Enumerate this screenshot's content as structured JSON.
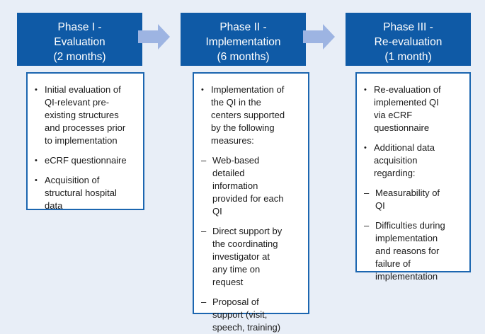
{
  "colors": {
    "header_bg": "#0f5aa6",
    "box_border": "#1c66b0",
    "arrow": "#9db4e2",
    "background": "#e8eef7"
  },
  "phase1": {
    "title_lines": [
      "Phase I -",
      "Evaluation",
      "(2 months)"
    ],
    "items": [
      {
        "lines": [
          "Initial evaluation of",
          "QI-relevant pre-",
          "existing structures",
          "and processes prior",
          "to implementation"
        ]
      },
      {
        "lines": [
          "eCRF questionnaire"
        ]
      },
      {
        "lines": [
          "Acquisition of",
          "structural hospital",
          "data"
        ]
      }
    ]
  },
  "phase2": {
    "title_lines": [
      "Phase II -",
      "Implementation",
      "(6 months)"
    ],
    "items": [
      {
        "lines": [
          "Implementation of",
          "the QI in the",
          "centers supported",
          "by the following",
          "measures:"
        ]
      }
    ],
    "subitems": [
      {
        "lines": [
          "Web-based",
          "detailed",
          "information",
          "provided for each",
          "QI"
        ]
      },
      {
        "lines": [
          "Direct support by",
          "the coordinating",
          "investigator at",
          "any time on",
          "request"
        ]
      },
      {
        "lines": [
          "Proposal of",
          "support (visit,",
          "speech, training)"
        ]
      }
    ]
  },
  "phase3": {
    "title_lines": [
      "Phase III -",
      "Re-evaluation",
      "(1 month)"
    ],
    "items": [
      {
        "lines": [
          "Re-evaluation of",
          "implemented QI",
          "via eCRF",
          "questionnaire"
        ]
      },
      {
        "lines": [
          "Additional data",
          "acquisition",
          "regarding:"
        ]
      }
    ],
    "subitems": [
      {
        "lines": [
          "Measurability of",
          "QI"
        ]
      },
      {
        "lines": [
          "Difficulties during",
          "implementation",
          "and reasons for",
          "failure of",
          "implementation"
        ]
      }
    ]
  },
  "arrows": [
    {
      "icon": "right-arrow-icon"
    },
    {
      "icon": "right-arrow-icon"
    }
  ]
}
